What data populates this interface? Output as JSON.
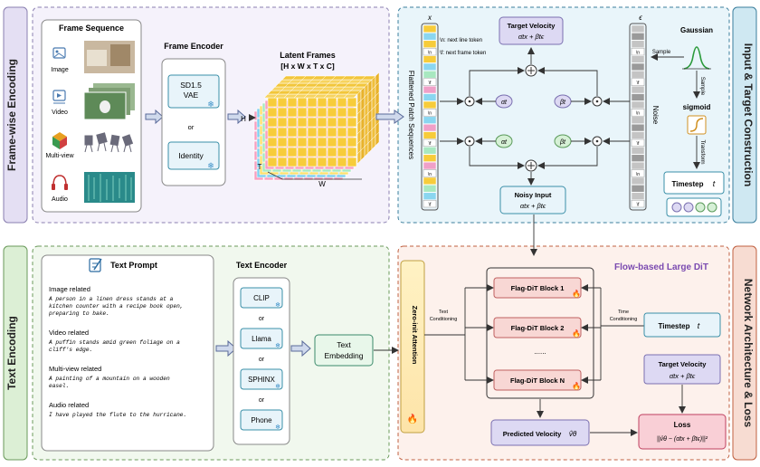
{
  "colors": {
    "frame_bg": "#f3f0fa",
    "frame_border": "#8a7fb0",
    "input_bg": "#e8f5fa",
    "input_border": "#3a7e9c",
    "text_bg": "#eef7ea",
    "text_border": "#6a9a5a",
    "net_bg": "#fdf0ea",
    "net_border": "#c06040",
    "block_fill": "#f8d7d4",
    "target_fill": "#ddd9f3",
    "loss_fill": "#f9cfd6",
    "accent_teal": "#3a8fa8",
    "fire": "#f07020"
  },
  "sections": {
    "frame_encoding": "Frame-wise Encoding",
    "input_target": "Input & Target Construction",
    "text_encoding": "Text Encoding",
    "network": "Network Architecture & Loss"
  },
  "frame": {
    "sequence_title": "Frame Sequence",
    "modalities": [
      "Image",
      "Video",
      "Multi-view",
      "Audio"
    ],
    "encoder_title": "Frame Encoder",
    "encoder_vae": [
      "SD1.5",
      "VAE"
    ],
    "or": "or",
    "encoder_identity": "Identity",
    "latent_title": "Latent Frames",
    "latent_dims": "[H x W x T x C]",
    "axis_h": "H",
    "axis_t": "T",
    "axis_w": "W"
  },
  "input": {
    "x_label": "x",
    "eps_label": "ϵ",
    "flattened": "Flattened Patch Sequences",
    "legend_line": "\\n: next line token",
    "legend_frame": "\\f: next frame token",
    "token_n": "\\n",
    "token_f": "\\f",
    "target_velocity": "Target Velocity",
    "target_formula": "α̇tx + β̇tϵ",
    "noisy_input": "Noisy Input",
    "noisy_formula": "αtx + βtϵ",
    "alpha_dot": "α̇t",
    "beta_dot": "β̇t",
    "alpha": "αt",
    "beta": "βt",
    "noise": "Noise",
    "gaussian": "Gaussian",
    "sample_left": "Sample",
    "sample_down": "Sample",
    "sigmoid": "sigmoid",
    "transform": "Transform",
    "timestep": "Timestep",
    "timestep_var": "t"
  },
  "text": {
    "prompt_title": "Text Prompt",
    "prompts": [
      {
        "heading": "Image related",
        "lines": [
          "A person in a linen dress stands at a",
          "kitchen counter with a recipe book open,",
          "preparing to bake."
        ]
      },
      {
        "heading": "Video related",
        "lines": [
          "A puffin stands amid green foliage on a",
          "cliff's edge."
        ]
      },
      {
        "heading": "Multi-view related",
        "lines": [
          "A painting of a mountain on a wooden",
          "easel."
        ]
      },
      {
        "heading": "Audio related",
        "lines": [
          "I have played the flute to the hurricane."
        ]
      }
    ],
    "encoder_title": "Text Encoder",
    "encoders": [
      "CLIP",
      "Llama",
      "SPHINX",
      "Phone"
    ],
    "or": "or",
    "embedding": [
      "Text",
      "Embedding"
    ]
  },
  "network": {
    "title_parts": [
      "Flow-based Large DiT"
    ],
    "zero_init": "Zero-init Attention",
    "text_conditioning": [
      "Text",
      "Conditioning"
    ],
    "time_conditioning": [
      "Time",
      "Conditioning"
    ],
    "blocks": [
      "Flag-DiT Block 1",
      "Flag-DiT Block 2",
      "......",
      "Flag-DiT Block N"
    ],
    "timestep": "Timestep",
    "timestep_var": "t",
    "target_velocity": "Target Velocity",
    "target_formula": "α̇tx + β̇tϵ",
    "predicted": "Predicted Velocity",
    "predicted_var": "v̂θ",
    "loss": "Loss",
    "loss_formula": "||v̂θ − (α̇tx + β̇tϵ)||²"
  }
}
